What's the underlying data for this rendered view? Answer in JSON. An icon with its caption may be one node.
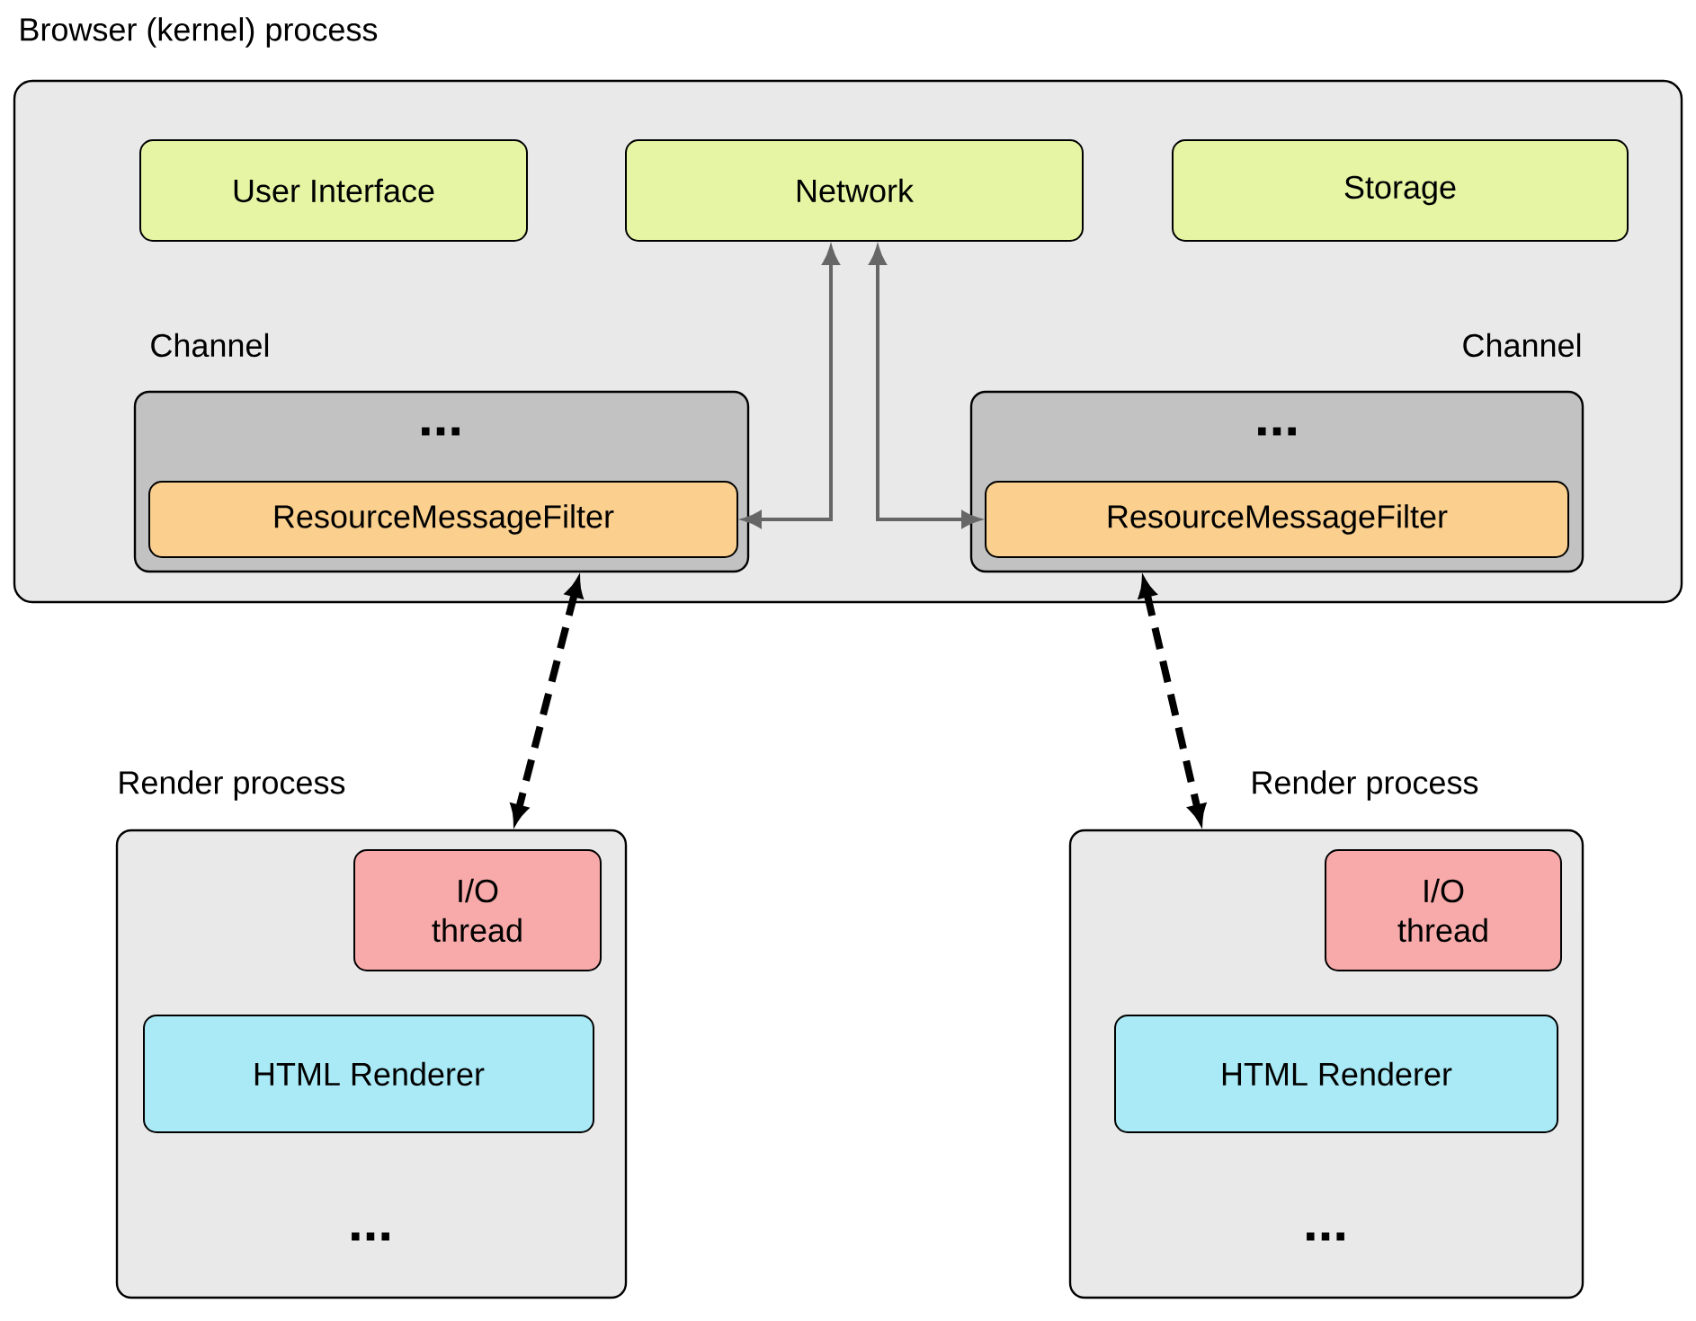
{
  "diagram": {
    "nodes": [
      {
        "text": [
          "Browser (kernel) process"
        ]
      },
      {
        "text": [
          "User Interface"
        ],
        "in": 0
      },
      {
        "text": [
          "Network"
        ],
        "in": 0
      },
      {
        "text": [
          "Storage"
        ],
        "in": 0
      },
      {
        "text": [
          "Channel",
          "..."
        ],
        "in": 0
      },
      {
        "text": [
          "ResourceMessageFilter"
        ],
        "in": 4
      },
      {
        "text": [
          "Channel",
          "..."
        ],
        "in": 0
      },
      {
        "text": [
          "ResourceMessageFilter"
        ],
        "in": 6
      },
      {
        "text": [
          "Render process",
          "..."
        ]
      },
      {
        "text": [
          "I/O thread"
        ],
        "in": 8
      },
      {
        "text": [
          "HTML Renderer"
        ],
        "in": 8
      },
      {
        "text": [
          "Render process",
          "..."
        ]
      },
      {
        "text": [
          "I/O thread"
        ],
        "in": 11
      },
      {
        "text": [
          "HTML Renderer"
        ],
        "in": 11
      }
    ],
    "edges": [
      {
        "from": 2,
        "to": 5,
        "arrow": "both",
        "color": "#666666"
      },
      {
        "from": 2,
        "to": 7,
        "arrow": "both",
        "color": "#666666"
      },
      {
        "from": 4,
        "to": 8,
        "arrow": "both",
        "style": "dashed",
        "color": "#000000"
      },
      {
        "from": 6,
        "to": 11,
        "arrow": "both",
        "style": "dashed",
        "color": "#000000"
      }
    ]
  }
}
